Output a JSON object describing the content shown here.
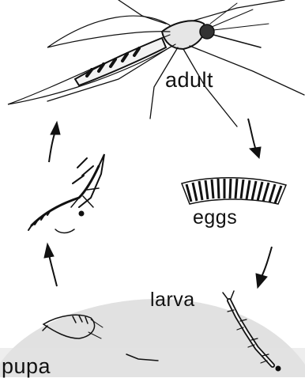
{
  "diagram": {
    "stages": {
      "adult": "adult",
      "eggs": "eggs",
      "larva": "larva",
      "pupa": "pupa"
    },
    "colors": {
      "ink": "#111111",
      "watermark": "#d9d9d9",
      "background": "#ffffff"
    },
    "icons": [
      "mosquito-icon",
      "egg-raft-icon",
      "larva-icon",
      "pupa-icon",
      "emerging-adult-icon"
    ]
  }
}
